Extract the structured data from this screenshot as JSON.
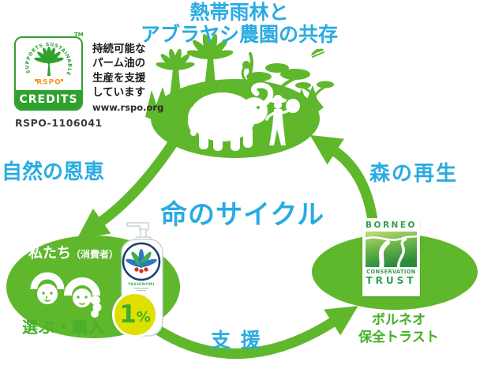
{
  "title": {
    "line1": "熱帯雨林と",
    "line2": "アブラヤシ農園の共存"
  },
  "center": {
    "label": "命のサイクル"
  },
  "cycle": {
    "left_label": "自然の恩恵",
    "right_label": "森の再生",
    "bottom_label": "支 援"
  },
  "rspo": {
    "circle_text": "SUPPORTS SUSTAINABLE PALM OIL",
    "acronym": "RSPO",
    "credits": "CREDITS",
    "trademark": "TM",
    "id": "RSPO-1106041",
    "desc_lines": [
      "持続可能な",
      "パーム油の",
      "生産を支援",
      "しています"
    ],
    "website": "www.rspo.org"
  },
  "consumers": {
    "label": "私たち",
    "label_suffix": "（消費者）",
    "action_label": "選ぶ・購入",
    "badge_value": "1",
    "badge_unit": "%",
    "bottle_brand": "YASHINOMI"
  },
  "bct": {
    "logo_top": "BORNEO",
    "logo_mid": "CONSERVATION",
    "logo_bottom": "TRUST",
    "name_line1": "ボルネオ",
    "name_line2": "保全トラスト"
  },
  "colors": {
    "blue": "#29abe2",
    "green": "#5fb72c",
    "green_text": "#45b02a",
    "rspo_green": "#2fa12f",
    "rspo_orange": "#f7941e",
    "bct_green": "#2f9e4e",
    "badge_yellow": "#dfe000",
    "label_navy": "#1d3e6e"
  }
}
